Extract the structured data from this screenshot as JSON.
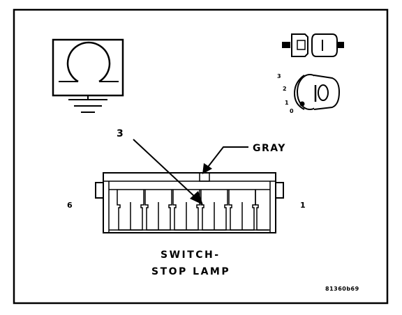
{
  "labels": {
    "callout": "3",
    "wire_color": "GRAY",
    "pin_left": "6",
    "pin_right": "1",
    "title_line1": "SWITCH-",
    "title_line2": "STOP LAMP",
    "figure_code": "81360b69"
  },
  "position_scale": [
    "3",
    "2",
    "1",
    "0"
  ],
  "icons": {
    "top_left": "ground-circle-symbol-icon",
    "top_right": "connector-plug-icon",
    "right": "ignition-key-position-icon"
  },
  "colors": {
    "line": "#000000",
    "background": "#ffffff"
  }
}
